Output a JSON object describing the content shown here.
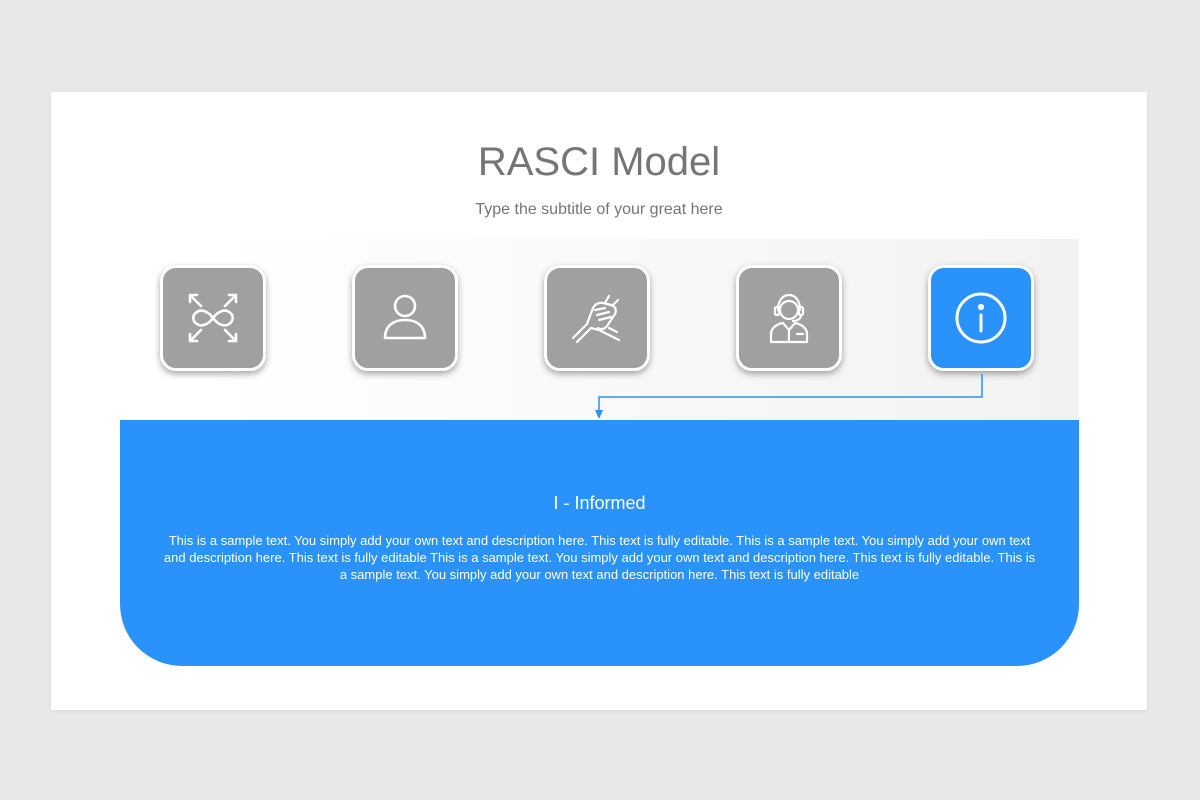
{
  "slide": {
    "title": "RASCI Model",
    "subtitle": "Type the subtitle of your great here"
  },
  "colors": {
    "background": "#e9e8e9",
    "slide": "#ffffff",
    "accent": "#2993fb",
    "tile_inactive": "#a0a0a0",
    "title_text": "#757575"
  },
  "tiles": [
    {
      "icon": "infinity-arrows-icon",
      "active": false
    },
    {
      "icon": "person-icon",
      "active": false
    },
    {
      "icon": "handshake-icon",
      "active": false
    },
    {
      "icon": "headset-agent-icon",
      "active": false
    },
    {
      "icon": "info-icon",
      "active": true
    }
  ],
  "panel": {
    "heading": "I - Informed",
    "body": "This is a sample text. You simply add your own text and description here. This text is fully editable. This is a sample text. You simply add your own text and description here. This text is fully editable This is a sample text. You simply add your own text and description here. This text is fully editable. This is a sample text. You simply add your own text and description here. This text is fully editable"
  }
}
